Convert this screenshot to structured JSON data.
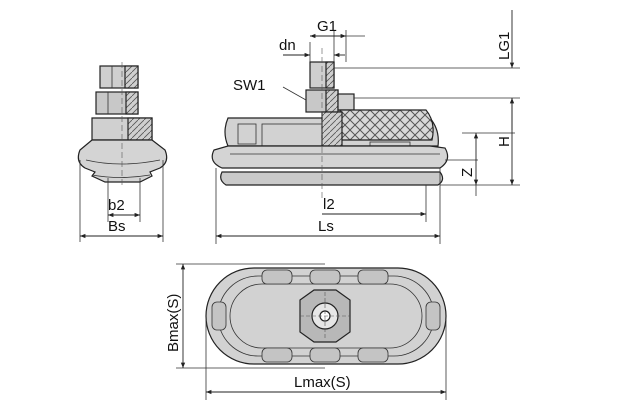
{
  "labels": {
    "g1": "G1",
    "dn": "dn",
    "lg1": "LG1",
    "sw1": "SW1",
    "h": "H",
    "z": "Z",
    "b2": "b2",
    "bs": "Bs",
    "l2": "l2",
    "ls": "Ls",
    "bmax": "Bmax(S)",
    "lmax": "Lmax(S)"
  },
  "colors": {
    "body_fill": "#d4d4d4",
    "body_dark": "#9a9a9a",
    "line": "#222222"
  }
}
